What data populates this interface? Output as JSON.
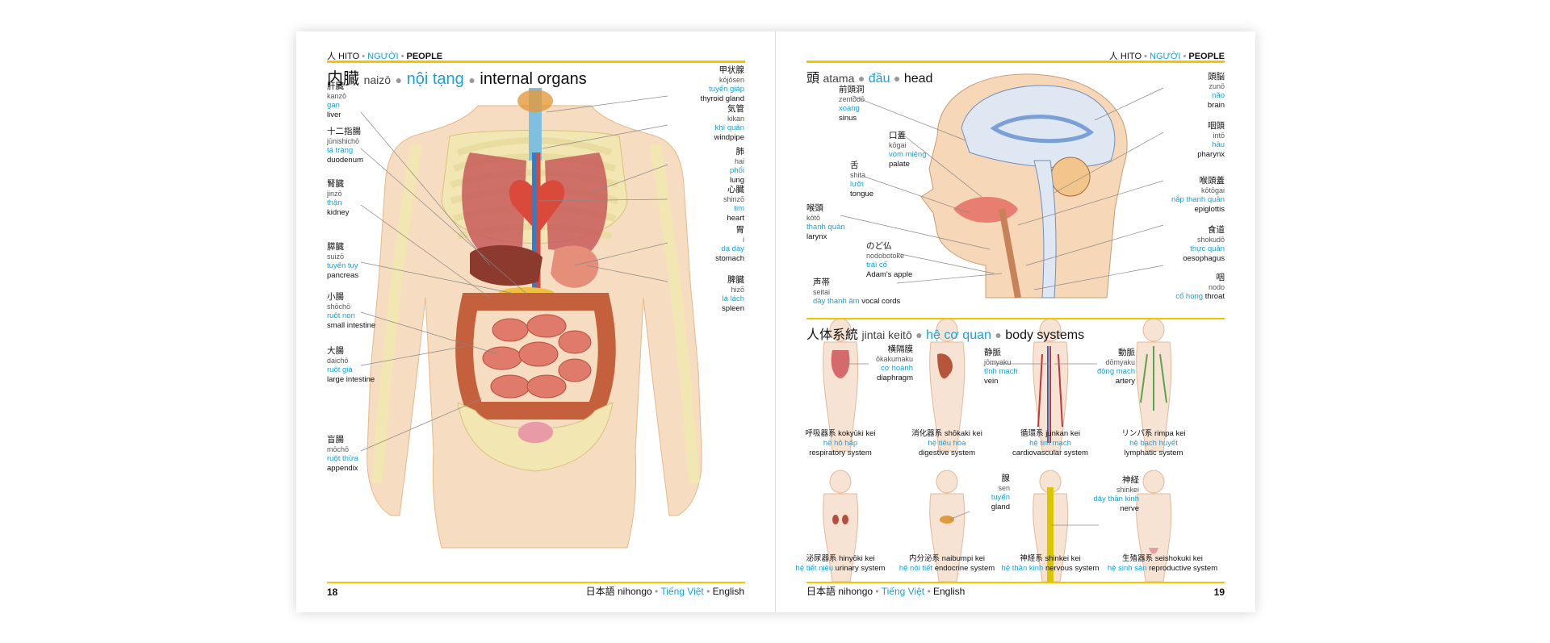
{
  "left": {
    "running": {
      "ja": "人 HITO",
      "vi": "NGƯỜI",
      "en": "PEOPLE"
    },
    "title": {
      "ja": "内臓",
      "romaji": "naizō",
      "vi": "nội tạng",
      "en": "internal organs"
    },
    "labels": [
      {
        "ja": "甲状腺",
        "ro": "kōjōsen",
        "vi": "tuyến giáp",
        "en": "thyroid gland"
      },
      {
        "ja": "気管",
        "ro": "kikan",
        "vi": "khí quản",
        "en": "windpipe"
      },
      {
        "ja": "肺",
        "ro": "hai",
        "vi": "phổi",
        "en": "lung"
      },
      {
        "ja": "心臓",
        "ro": "shinzō",
        "vi": "tim",
        "en": "heart"
      },
      {
        "ja": "胃",
        "ro": "i",
        "vi": "dạ dày",
        "en": "stomach"
      },
      {
        "ja": "脾臓",
        "ro": "hizō",
        "vi": "lá lách",
        "en": "spleen"
      },
      {
        "ja": "肝臓",
        "ro": "kanzō",
        "vi": "gan",
        "en": "liver"
      },
      {
        "ja": "十二指腸",
        "ro": "jūnishichō",
        "vi": "tá tràng",
        "en": "duodenum"
      },
      {
        "ja": "腎臓",
        "ro": "jinzō",
        "vi": "thận",
        "en": "kidney"
      },
      {
        "ja": "膵臓",
        "ro": "suizō",
        "vi": "tuyến tụy",
        "en": "pancreas"
      },
      {
        "ja": "小腸",
        "ro": "shōchō",
        "vi": "ruột non",
        "en": "small intestine"
      },
      {
        "ja": "大腸",
        "ro": "daichō",
        "vi": "ruột già",
        "en": "large intestine"
      },
      {
        "ja": "盲腸",
        "ro": "mōchō",
        "vi": "ruột thừa",
        "en": "appendix"
      }
    ],
    "page_number": "18",
    "footer": {
      "ja": "日本語 nihongo",
      "vi": "Tiếng Việt",
      "en": "English"
    }
  },
  "right": {
    "running": {
      "ja": "人 HITO",
      "vi": "NGƯỜI",
      "en": "PEOPLE"
    },
    "head_title": {
      "ja": "頭",
      "romaji": "atama",
      "vi": "đầu",
      "en": "head"
    },
    "head_labels": [
      {
        "ja": "前頭洞",
        "ro": "zentōdō",
        "vi": "xoang",
        "en": "sinus"
      },
      {
        "ja": "口蓋",
        "ro": "kōgai",
        "vi": "vòm miệng",
        "en": "palate"
      },
      {
        "ja": "舌",
        "ro": "shita",
        "vi": "lưỡi",
        "en": "tongue"
      },
      {
        "ja": "喉頭",
        "ro": "kōtō",
        "vi": "thanh quản",
        "en": "larynx"
      },
      {
        "ja": "のど仏",
        "ro": "nodobotoke",
        "vi": "trái cổ",
        "en": "Adam's apple"
      },
      {
        "ja": "声帯",
        "ro": "seitai",
        "vi": "dây thanh âm",
        "en": "vocal cords"
      },
      {
        "ja": "頭脳",
        "ro": "zunō",
        "vi": "não",
        "en": "brain"
      },
      {
        "ja": "咽頭",
        "ro": "intō",
        "vi": "hầu",
        "en": "pharynx"
      },
      {
        "ja": "喉頭蓋",
        "ro": "kōtōgai",
        "vi": "nắp thanh quản",
        "en": "epiglottis"
      },
      {
        "ja": "食道",
        "ro": "shokudō",
        "vi": "thực quản",
        "en": "oesophagus"
      },
      {
        "ja": "咽",
        "ro": "nodo",
        "vi": "cổ họng",
        "en": "throat"
      }
    ],
    "systems_title": {
      "ja": "人体系統",
      "romaji": "jintai keitō",
      "vi": "hệ cơ quan",
      "en": "body systems"
    },
    "systems": [
      {
        "ja": "呼吸器系",
        "ro": "kokyūki kei",
        "vi": "hệ hô hấp",
        "en": "respiratory system"
      },
      {
        "ja": "消化器系",
        "ro": "shōkaki kei",
        "vi": "hệ tiêu hóa",
        "en": "digestive system"
      },
      {
        "ja": "循環系",
        "ro": "junkan kei",
        "vi": "hệ tim mạch",
        "en": "cardiovascular system"
      },
      {
        "ja": "リンパ系",
        "ro": "rimpa kei",
        "vi": "hệ bạch huyết",
        "en": "lymphatic system"
      },
      {
        "ja": "泌尿器系",
        "ro": "hinyōki kei",
        "vi": "hệ tiết niệu",
        "en": "urinary system"
      },
      {
        "ja": "内分泌系",
        "ro": "naibumpi kei",
        "vi": "hệ nội tiết",
        "en": "endocrine system"
      },
      {
        "ja": "神経系",
        "ro": "shinkei kei",
        "vi": "hệ thần kinh",
        "en": "nervous system"
      },
      {
        "ja": "生殖器系",
        "ro": "seishokuki kei",
        "vi": "hệ sinh sản",
        "en": "reproductive system"
      }
    ],
    "system_callouts": [
      {
        "ja": "横隔膜",
        "ro": "ōkakumaku",
        "vi": "cơ hoành",
        "en": "diaphragm"
      },
      {
        "ja": "静脈",
        "ro": "jōmyaku",
        "vi": "tĩnh mạch",
        "en": "vein"
      },
      {
        "ja": "動脈",
        "ro": "dōmyaku",
        "vi": "động mạch",
        "en": "artery"
      },
      {
        "ja": "腺",
        "ro": "sen",
        "vi": "tuyến",
        "en": "gland"
      },
      {
        "ja": "神経",
        "ro": "shinkei",
        "vi": "dây thần kinh",
        "en": "nerve"
      }
    ],
    "page_number": "19",
    "footer": {
      "ja": "日本語 nihongo",
      "vi": "Tiếng Việt",
      "en": "English"
    }
  },
  "colors": {
    "accent_yellow": "#f2c500",
    "vietnamese_blue": "#1aa1db"
  }
}
